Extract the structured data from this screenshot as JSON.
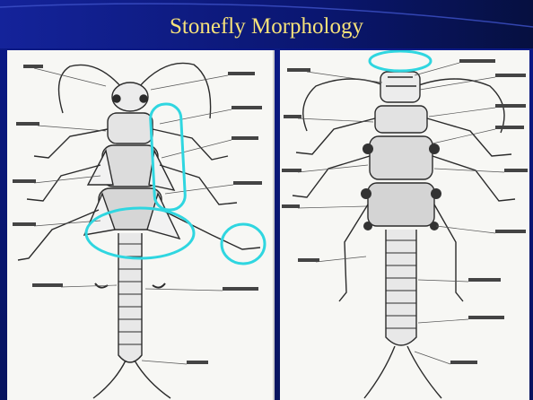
{
  "slide": {
    "title": "Stonefly Morphology"
  },
  "colors": {
    "background": "#0b1a8a",
    "title_text": "#f6e27a",
    "highlight": "#2fd6e0",
    "ink": "#2b2b2b"
  },
  "images": {
    "left": {
      "description_icon": "stonefly-dorsal-diagram"
    },
    "right": {
      "description_icon": "stonefly-ventral-diagram"
    }
  }
}
